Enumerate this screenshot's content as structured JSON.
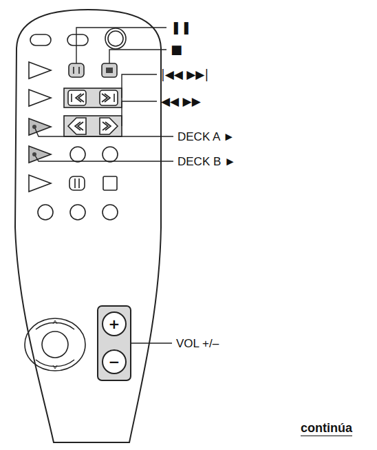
{
  "diagram": {
    "labels": [
      "❚❚",
      "■",
      "|◀◀ ▶▶|",
      "◀◀ ▶▶",
      "DECK A ►",
      "DECK B ►",
      "+",
      "−",
      "VOL +/–",
      "continúa"
    ]
  }
}
